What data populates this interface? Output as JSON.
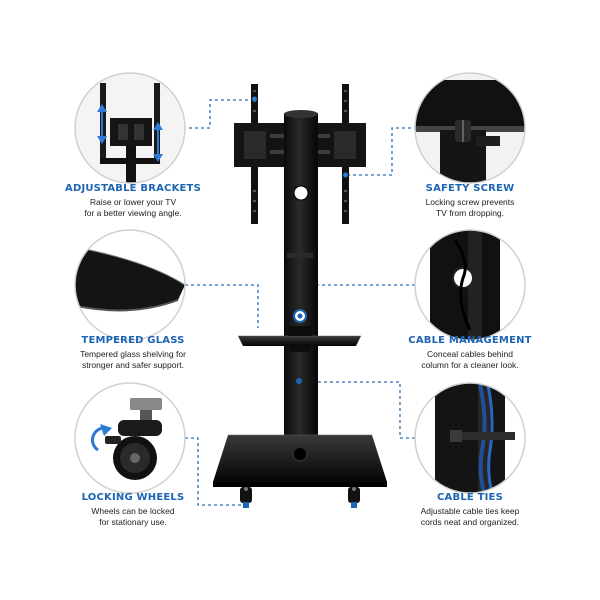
{
  "features": {
    "adjustable_brackets": {
      "title": "ADJUSTABLE BRACKETS",
      "line1": "Raise or lower your TV",
      "line2": "for a better viewing angle."
    },
    "tempered_glass": {
      "title": "TEMPERED GLASS",
      "line1": "Tempered glass shelving for",
      "line2": "stronger and safer support."
    },
    "locking_wheels": {
      "title": "LOCKING WHEELS",
      "line1": "Wheels can be locked",
      "line2": "for stationary use."
    },
    "safety_screw": {
      "title": "SAFETY SCREW",
      "line1": "Locking screw prevents",
      "line2": "TV from dropping."
    },
    "cable_management": {
      "title": "CABLE MANAGEMENT",
      "line1": "Conceal cables behind",
      "line2": "column for a cleaner look."
    },
    "cable_ties": {
      "title": "CABLE TIES",
      "line1": "Adjustable cable ties keep",
      "line2": "cords neat and organized."
    }
  },
  "colors": {
    "accent_blue": "#1c64b4",
    "leader_line": "#2a6fb8",
    "product_black": "#111111",
    "circle_border": "#d0d0d0"
  }
}
